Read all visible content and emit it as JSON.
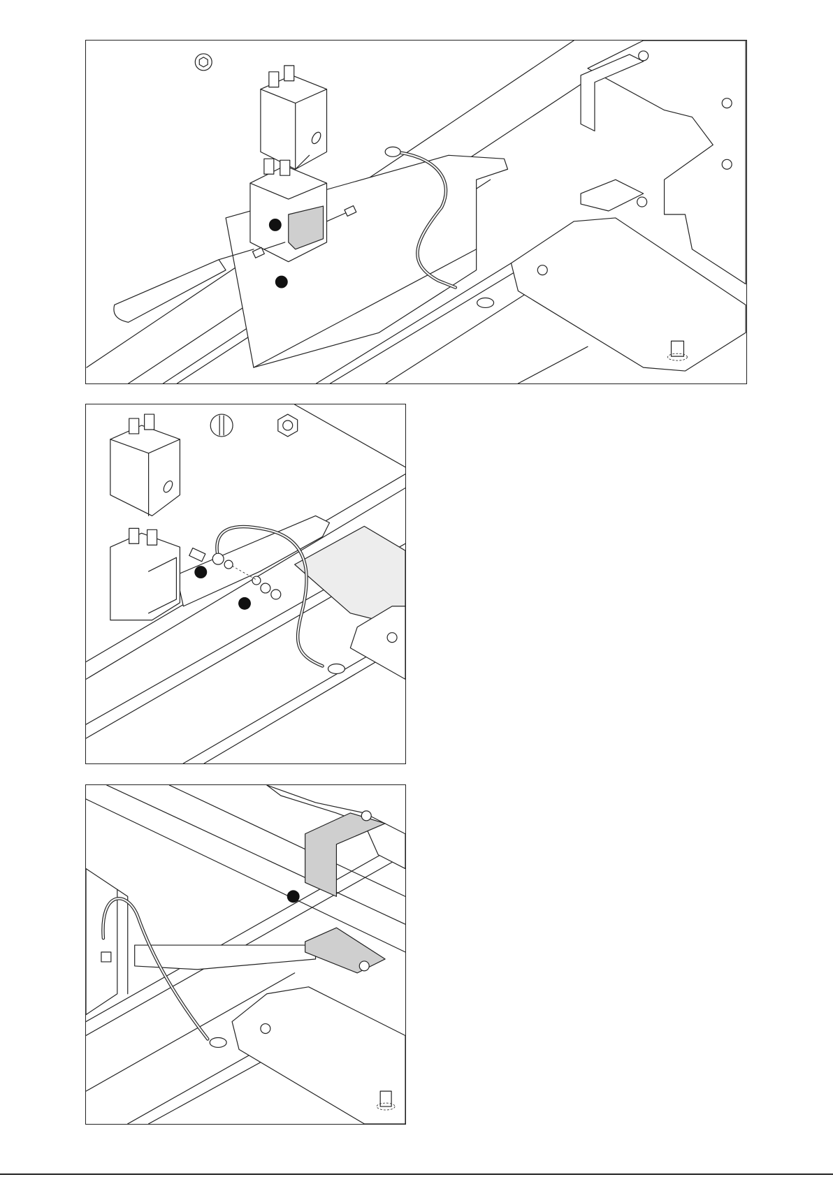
{
  "figures": [
    {
      "id": "step-1",
      "tool_symbol": "hex-socket-icon",
      "markers": 2
    },
    {
      "id": "step-2",
      "tool_symbols": [
        "slot-screwdriver-icon",
        "hex-nut-icon"
      ],
      "markers": 2
    },
    {
      "id": "step-3",
      "markers": 1
    }
  ],
  "colors": {
    "line": "#222222",
    "fill_grey": "#cfcfcf",
    "marker": "#111111"
  }
}
